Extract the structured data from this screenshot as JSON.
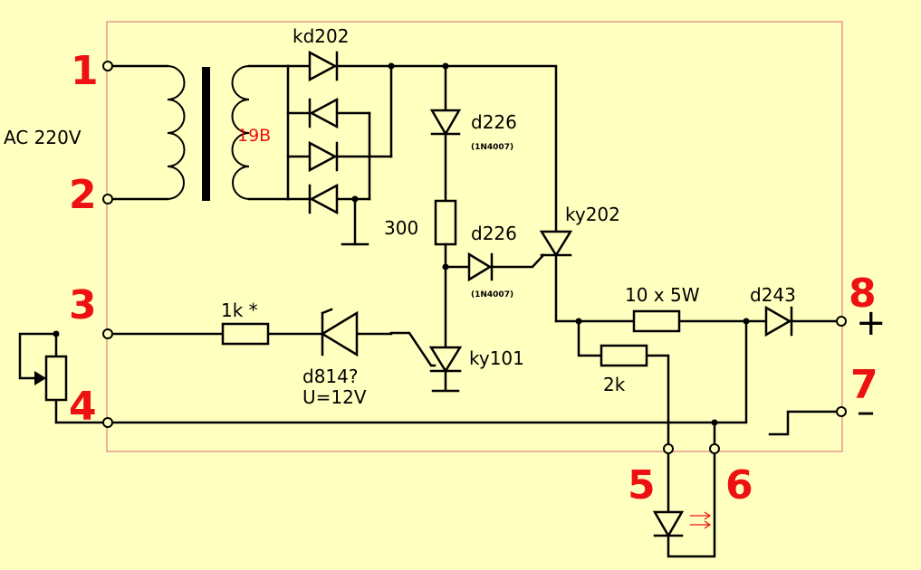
{
  "terminals": {
    "t1": "1",
    "t2": "2",
    "t3": "3",
    "t4": "4",
    "t5": "5",
    "t6": "6",
    "t7": "7",
    "t8": "8"
  },
  "labels": {
    "ac_input": "AC 220V",
    "secondary_voltage": "19В",
    "bridge": "kd202",
    "d226_top": "d226",
    "n1n4007_top": "(1N4007)",
    "r300": "300",
    "d226_mid": "d226",
    "n1n4007_mid": "(1N4007)",
    "scr_main": "ky202",
    "scr_ctrl": "ky101",
    "r1k": "1k *",
    "zener": "d814?",
    "zener_u": "U=12V",
    "r10x5w": "10 x 5W",
    "r2k": "2k",
    "d243": "d243",
    "plus": "+",
    "minus": "–"
  },
  "colors": {
    "background": "#ffffc0",
    "terminal_labels": "#ee1111",
    "board_outline": "#e08080",
    "wires": "#000000"
  }
}
